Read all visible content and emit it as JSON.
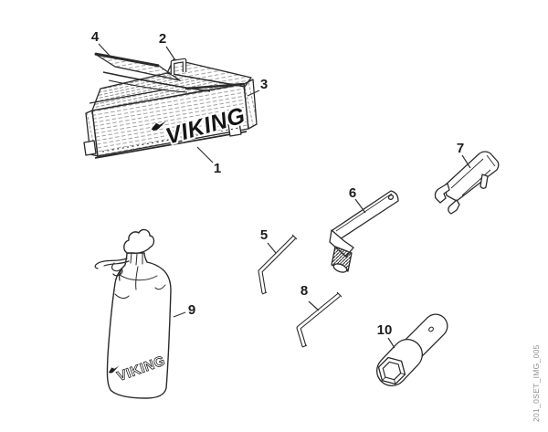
{
  "diagram": {
    "background_color": "#ffffff",
    "line_color": "#2a2a2a",
    "watermark_text": "201_0SET_IMG_005",
    "box": {
      "logo_text": "VIKING"
    },
    "bag": {
      "logo_text": "VIKING"
    },
    "callouts": [
      {
        "label": "1"
      },
      {
        "label": "2"
      },
      {
        "label": "3"
      },
      {
        "label": "4"
      },
      {
        "label": "5"
      },
      {
        "label": "6"
      },
      {
        "label": "7"
      },
      {
        "label": "8"
      },
      {
        "label": "9"
      },
      {
        "label": "10"
      }
    ]
  }
}
